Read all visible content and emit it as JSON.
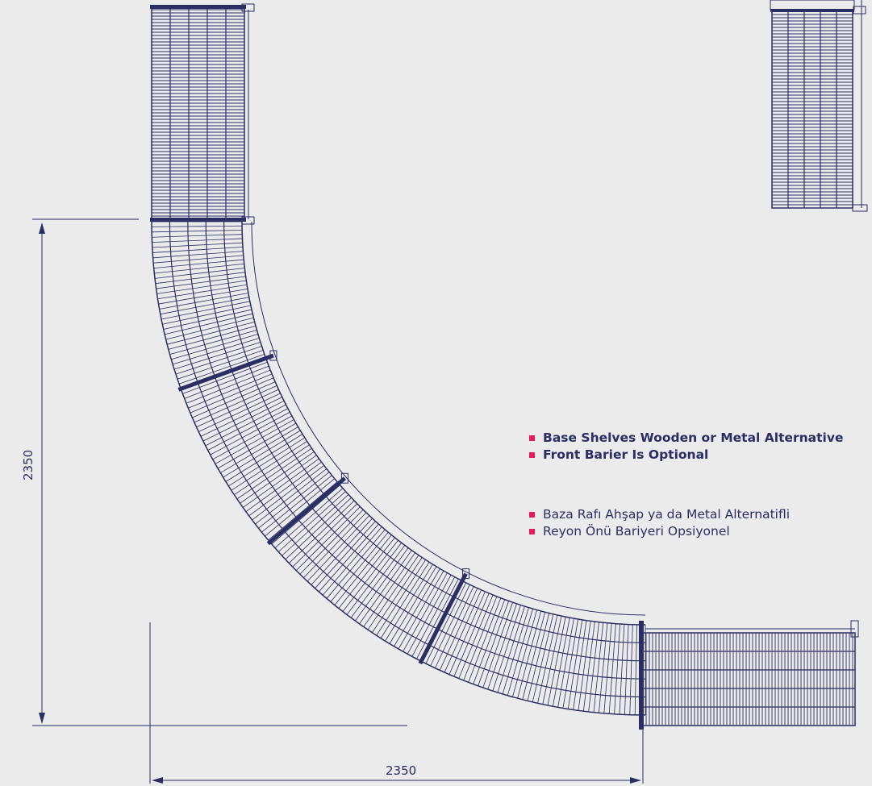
{
  "colors": {
    "background": "#ebebeb",
    "line": "#2a2e63",
    "bullet": "#e6195f",
    "dimension": "#2a2e63"
  },
  "dimensions": {
    "horizontal": "2350",
    "vertical": "2350"
  },
  "features_en": [
    "Base Shelves Wooden or Metal Alternative",
    "Front Barier Is Optional"
  ],
  "features_tr": [
    "Baza Rafı Ahşap ya da Metal Alternatifli",
    "Reyon Önü Bariyeri Opsiyonel"
  ]
}
